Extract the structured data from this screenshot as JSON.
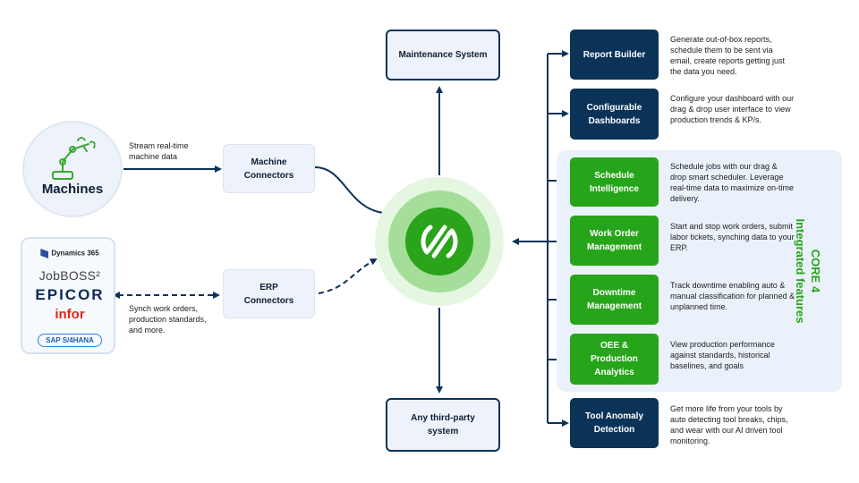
{
  "hub": {
    "colors": {
      "outer": "#e5f6e1",
      "mid": "#a5dd9a",
      "inner": "#2aa41b",
      "mark": "#ffffff"
    }
  },
  "machines": {
    "label": "Machines",
    "stream_text": "Stream real-time machine data"
  },
  "machine_connectors": {
    "label": "Machine\nConnectors"
  },
  "erp_connectors": {
    "label": "ERP\nConnectors"
  },
  "erp": {
    "sync_text": "Synch work orders, production standards, and more.",
    "logos": [
      "Dynamics 365",
      "JobBOSS²",
      "EPICOR",
      "infor",
      "SAP S/4HANA"
    ]
  },
  "maintenance_system": {
    "label": "Maintenance System"
  },
  "third_party": {
    "label": "Any third-party\nsystem"
  },
  "core": {
    "title_line1": "CORE 4",
    "title_line2": "Integrated features"
  },
  "features": [
    {
      "label": "Report Builder",
      "color": "navy",
      "desc": "Generate out-of-box reports, schedule them to be sent via email, create reports getting just the data you need."
    },
    {
      "label": "Configurable\nDashboards",
      "color": "navy",
      "desc": "Configure your dashboard with our drag & drop user interface to view production trends & KP/s."
    },
    {
      "label": "Schedule\nIntelligence",
      "color": "green",
      "desc": "Schedule jobs with our drag & drop smart scheduler. Leverage real-time data to maximize on-time delivery."
    },
    {
      "label": "Work Order\nManagement",
      "color": "green",
      "desc": "Start and stop work orders, submit labor tickets, synching data to your ERP."
    },
    {
      "label": "Downtime\nManagement",
      "color": "green",
      "desc": "Track downtime enabling auto & manual classification for planned & unplanned time."
    },
    {
      "label": "OEE &\nProduction\nAnalytics",
      "color": "green",
      "desc": "View production performance against standards, historical baselines, and goals"
    },
    {
      "label": "Tool Anomaly\nDetection",
      "color": "navy",
      "desc": "Get more life from your tools by auto detecting tool breaks, chips, and wear with our AI driven tool monitoring."
    }
  ]
}
